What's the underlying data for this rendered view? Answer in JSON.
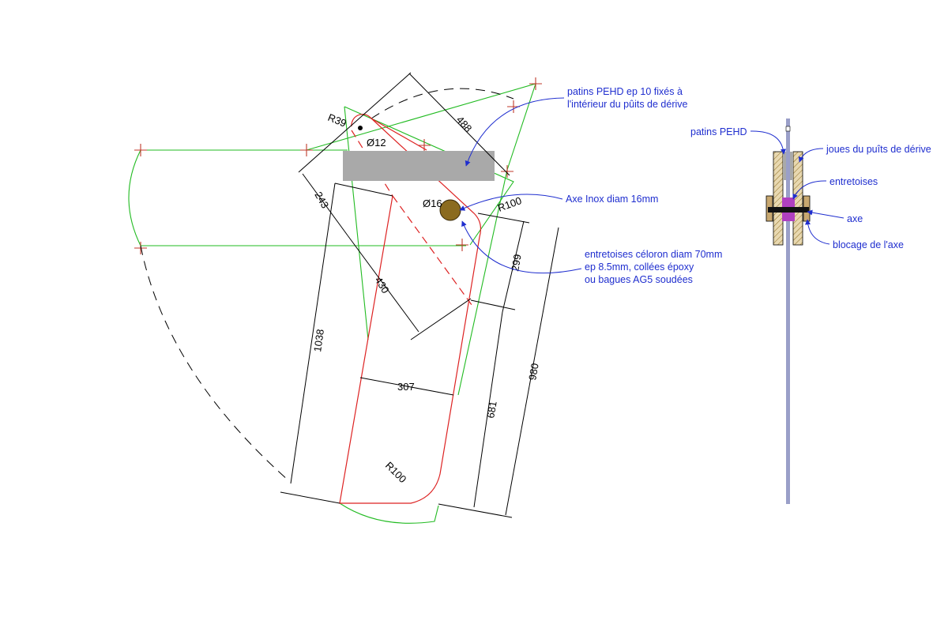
{
  "colors": {
    "profile": "#dd2222",
    "construction": "#22bb22",
    "dimension": "#000000",
    "annotation": "#1f2ecf",
    "pad": "#a9a9a9",
    "axle": "#8b6b1f",
    "board": "#9a9fc8",
    "cheek": "#c8a870",
    "spacer": "#b040c0"
  },
  "dimensions": {
    "r39": "R39",
    "d12": "Ø12",
    "d488": "488",
    "d243": "243",
    "d16": "Ø16",
    "r100_top": "R100",
    "d430": "430",
    "d299": "299",
    "d1038": "1038",
    "d307": "307",
    "d980": "980",
    "d681": "681",
    "r100_bottom": "R100"
  },
  "annotations": {
    "patins_line1": "patins PEHD ep 10 fixés à",
    "patins_line2": "l'intérieur du pûits de dérive",
    "axe_inox": "Axe Inox diam 16mm",
    "entretoises_line1": "entretoises céloron diam 70mm",
    "entretoises_line2": "ep 8.5mm, collées époxy",
    "entretoises_line3": "ou bagues AG5 soudées"
  },
  "section_labels": {
    "patins": "patins PEHD",
    "joues": "joues du puîts de dérive",
    "entretoises": "entretoises",
    "axe": "axe",
    "blocage": "blocage de l'axe"
  }
}
